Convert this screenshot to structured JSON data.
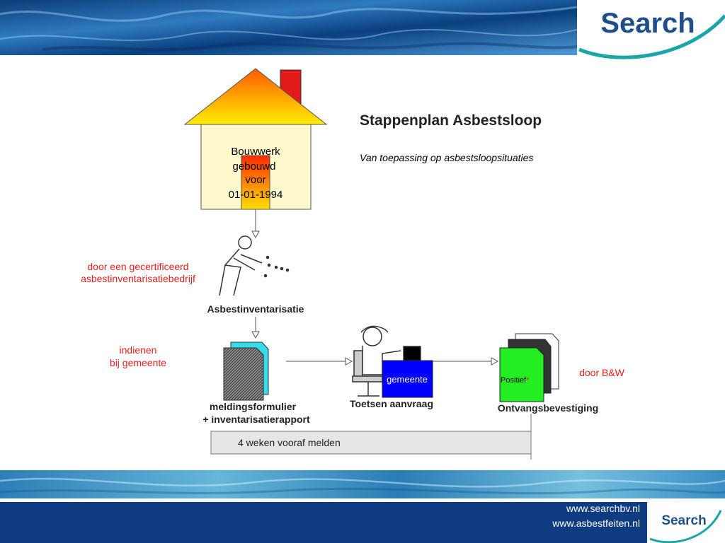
{
  "brand": {
    "logo_text": "Search",
    "footer_logo_text": "Search",
    "url_1": "www.searchbv.nl",
    "url_2": "www.asbestfeiten.nl"
  },
  "title": "Stappenplan Asbestsloop",
  "subtitle": "Van toepassing op asbestsloopsituaties",
  "house": {
    "lines": [
      "Bouwwerk",
      "gebouwd",
      "voor",
      "01-01-1994"
    ]
  },
  "steps": {
    "inventory_note_1": "door een gecertificeerd",
    "inventory_note_2": "asbestinventarisatiebedrijf",
    "inventory_label": "Asbestinventarisatie",
    "submit_note_1": "indienen",
    "submit_note_2": "bij gemeente",
    "form_label_1": "meldingsformulier",
    "form_label_2": "+ inventarisatierapport",
    "municipality_box": "gemeente",
    "request_label": "Toetsen aanvraag",
    "positive_label": "Positief",
    "positive_mark": "*",
    "receipt_label": "Ontvangsbevestiging",
    "approval_note": "door B&W",
    "timeline_label": "4 weken vooraf melden"
  },
  "colors": {
    "brand_blue": "#1f4f8a",
    "brand_teal": "#1aa5a8",
    "note_red": "#e8201c",
    "roof_orange": "#ff7f00",
    "roof_yellow": "#ffe000",
    "chimney_red": "#e11a1a",
    "wall_yellow": "#fff8cc",
    "municipality_blue": "#0000ff",
    "positive_green": "#22ee22",
    "form_cyan": "#33ddee"
  }
}
